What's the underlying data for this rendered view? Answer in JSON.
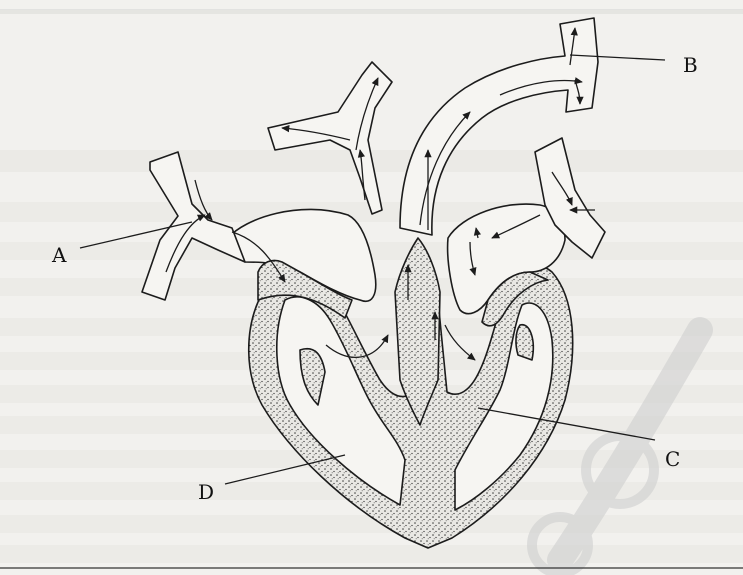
{
  "labels": {
    "a": "A",
    "b": "B",
    "c": "C",
    "d": "D"
  },
  "colors": {
    "ink": "#1c1c1c",
    "paper": "#f2f1ee",
    "stipple": "#333333"
  }
}
